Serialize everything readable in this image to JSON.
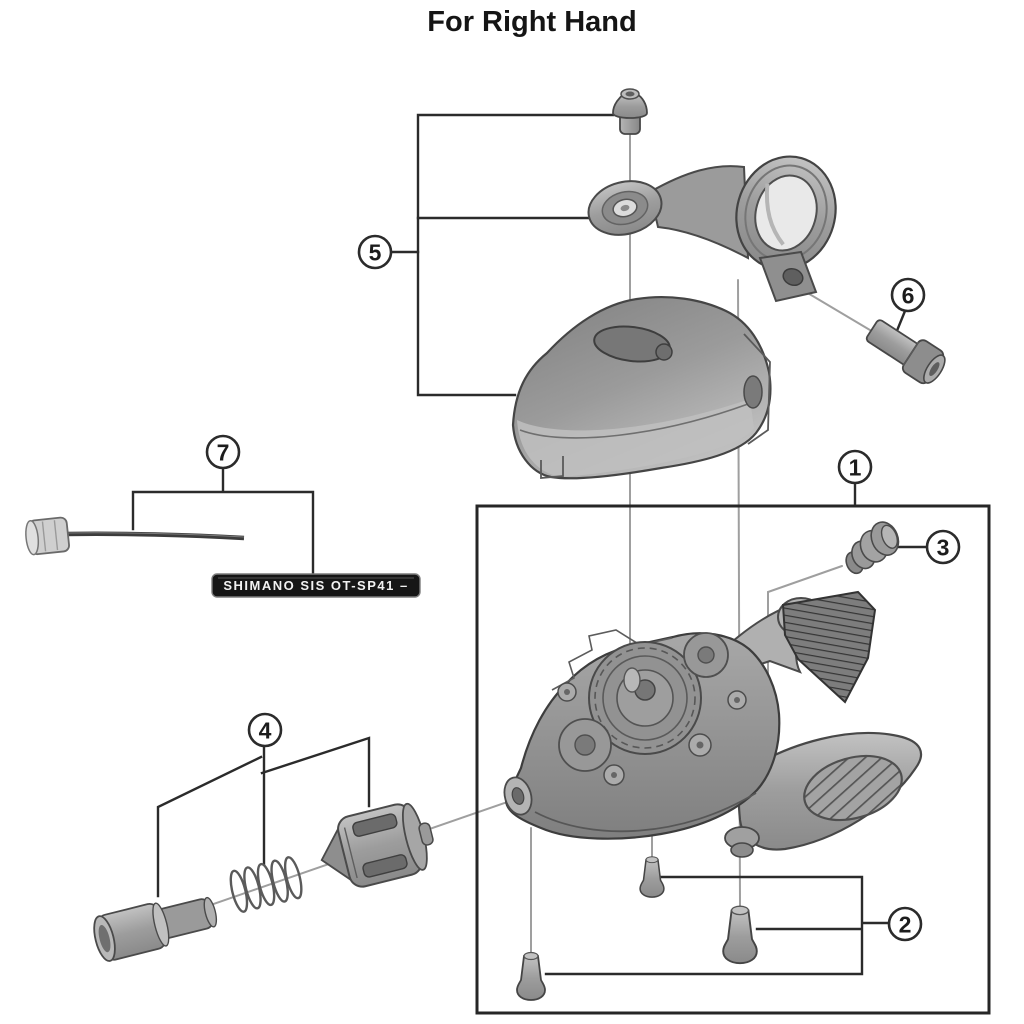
{
  "title": "For Right Hand",
  "callouts": [
    {
      "label": "1"
    },
    {
      "label": "2"
    },
    {
      "label": "3"
    },
    {
      "label": "4"
    },
    {
      "label": "5"
    },
    {
      "label": "6"
    },
    {
      "label": "7"
    }
  ],
  "cable": {
    "housing_label": "SHIMANO SIS OT-SP41 –"
  },
  "colors": {
    "ink": "#2b2b2b",
    "leader_line": "#9f9f9f",
    "part_fill": "#9a9a9a",
    "housing": "#161616"
  }
}
